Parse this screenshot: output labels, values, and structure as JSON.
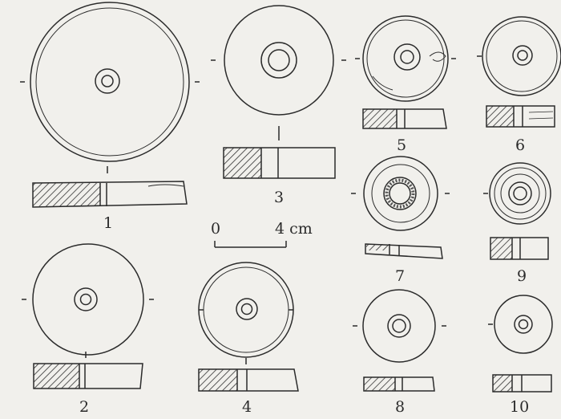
{
  "figure": {
    "ink_color": "#2b2b2b",
    "paper_color": "#f1f0ec",
    "hatch_color": "#333333",
    "scale_bar": {
      "start_label": "0",
      "end_label": "4 cm"
    },
    "items": [
      {
        "label": "1"
      },
      {
        "label": "2"
      },
      {
        "label": "3"
      },
      {
        "label": "4"
      },
      {
        "label": "5"
      },
      {
        "label": "6"
      },
      {
        "label": "7"
      },
      {
        "label": "8"
      },
      {
        "label": "9"
      },
      {
        "label": "10"
      }
    ]
  }
}
